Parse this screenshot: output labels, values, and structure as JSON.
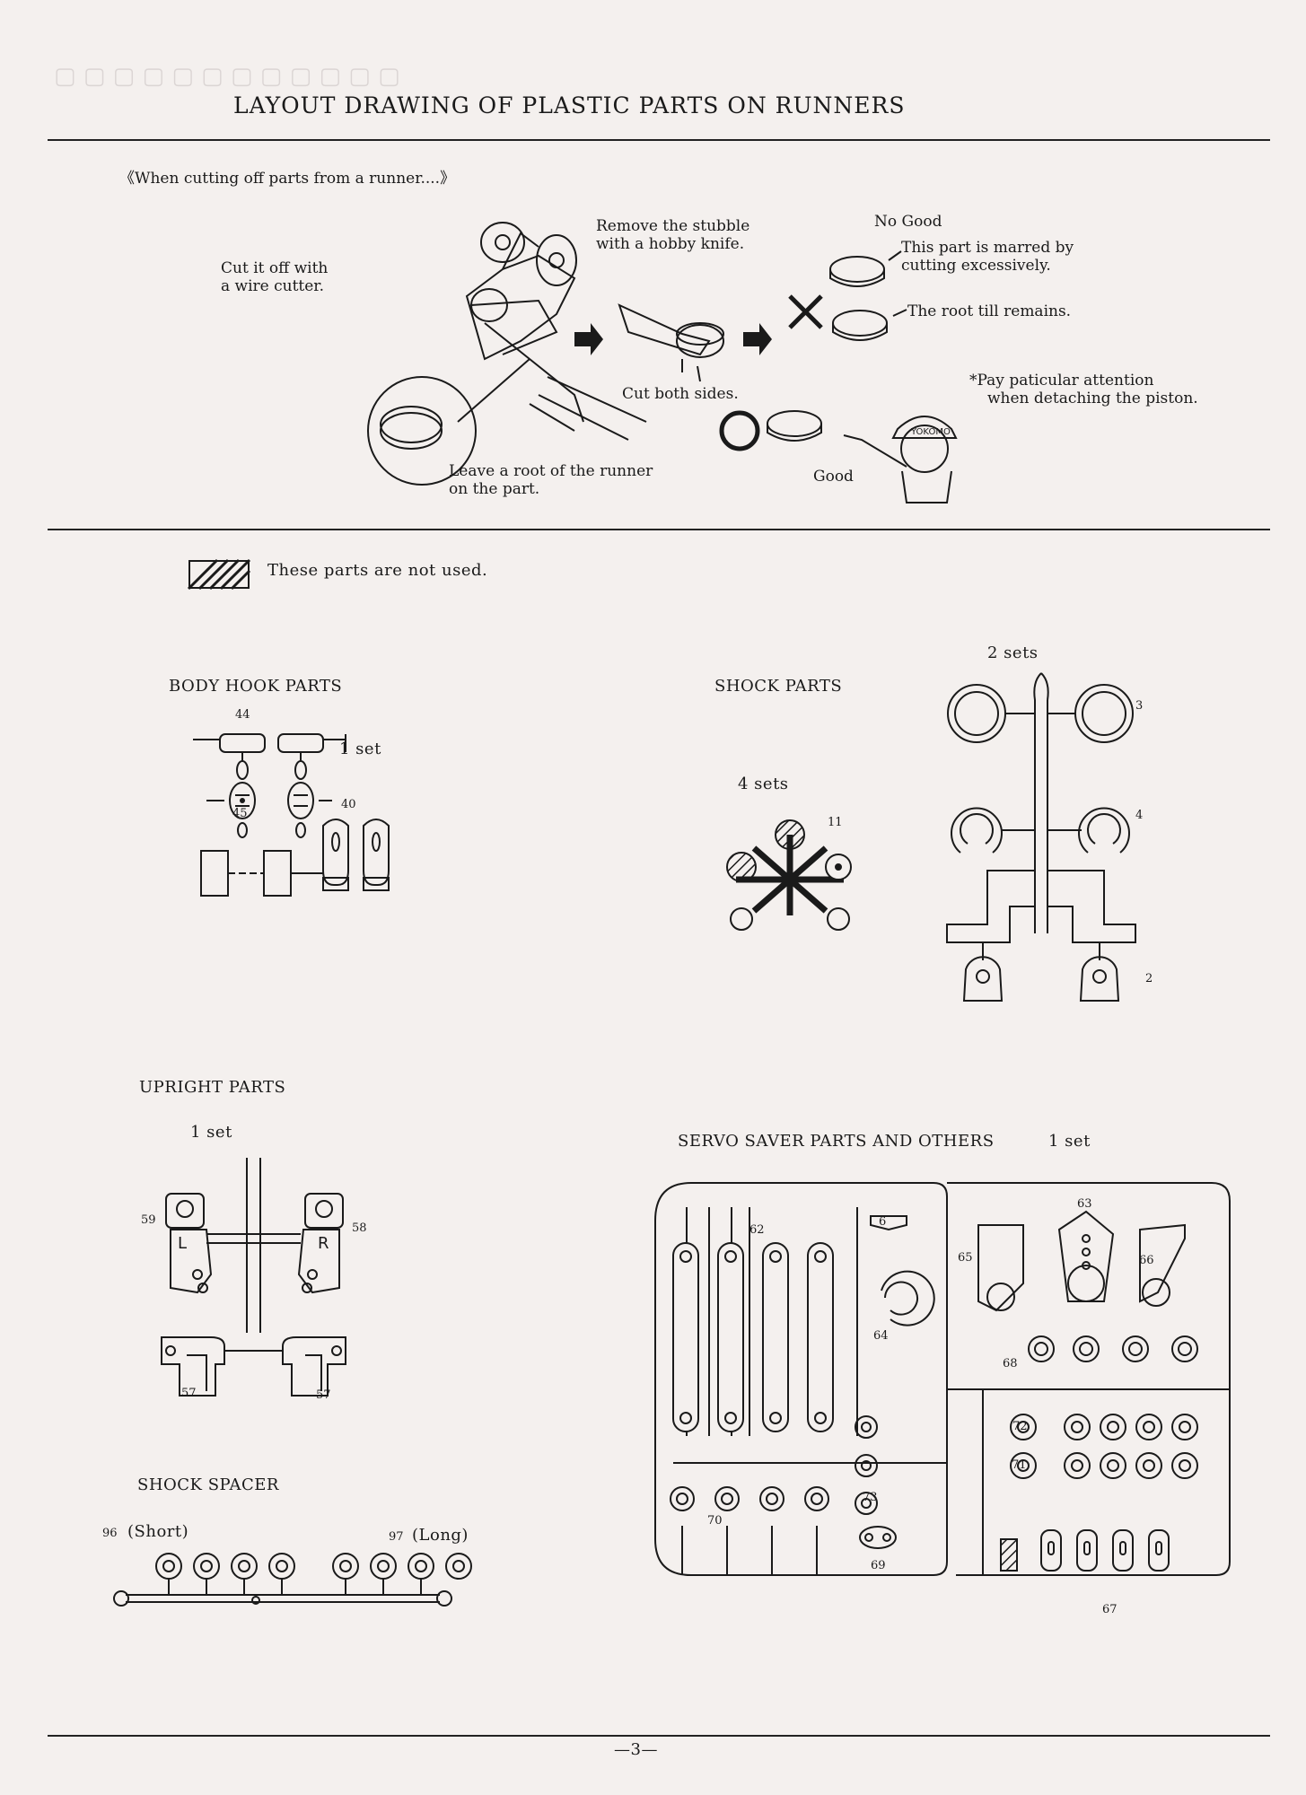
{
  "header": {
    "title": "LAYOUT DRAWING OF PLASTIC PARTS ON RUNNERS"
  },
  "cutting": {
    "intro": "《When cutting off parts from a runner....》",
    "wire_cutter_1": "Cut it off with",
    "wire_cutter_2": "a wire cutter.",
    "leave_root_1": "Leave a root of the runner",
    "leave_root_2": "on the part.",
    "stubble_1": "Remove the stubble",
    "stubble_2": "with a hobby knife.",
    "cut_both": "Cut both sides.",
    "no_good": "No Good",
    "marred_1": "This part is marred by",
    "marred_2": "cutting excessively.",
    "root_remains": "The root till remains.",
    "attention_1": "*Pay paticular attention",
    "attention_2": "when detaching the piston.",
    "good": "Good",
    "mascot_cap": "YOKOMO"
  },
  "legend": {
    "not_used": "These parts are not used."
  },
  "body_hook": {
    "title": "BODY HOOK PARTS",
    "qty": "1 set",
    "numbers": [
      "44",
      "45",
      "40"
    ]
  },
  "shock_parts": {
    "title": "SHOCK PARTS",
    "qty": "2 sets",
    "numbers": [
      "3",
      "4",
      "2"
    ],
    "piston_qty": "4 sets",
    "piston_number": "11"
  },
  "upright": {
    "title": "UPRIGHT PARTS",
    "qty": "1 set",
    "numbers": [
      "59",
      "58",
      "57",
      "57"
    ],
    "left": "L",
    "right": "R"
  },
  "servo_saver": {
    "title": "SERVO SAVER PARTS AND OTHERS",
    "qty": "1 set",
    "numbers": [
      "62",
      "6",
      "63",
      "65",
      "66",
      "64",
      "68",
      "72",
      "71",
      "73",
      "70",
      "69",
      "67"
    ]
  },
  "shock_spacer": {
    "title": "SHOCK SPACER",
    "short_num": "96",
    "short": "(Short)",
    "long_num": "97",
    "long": "(Long)"
  },
  "footer": {
    "page_number": "—3—"
  }
}
